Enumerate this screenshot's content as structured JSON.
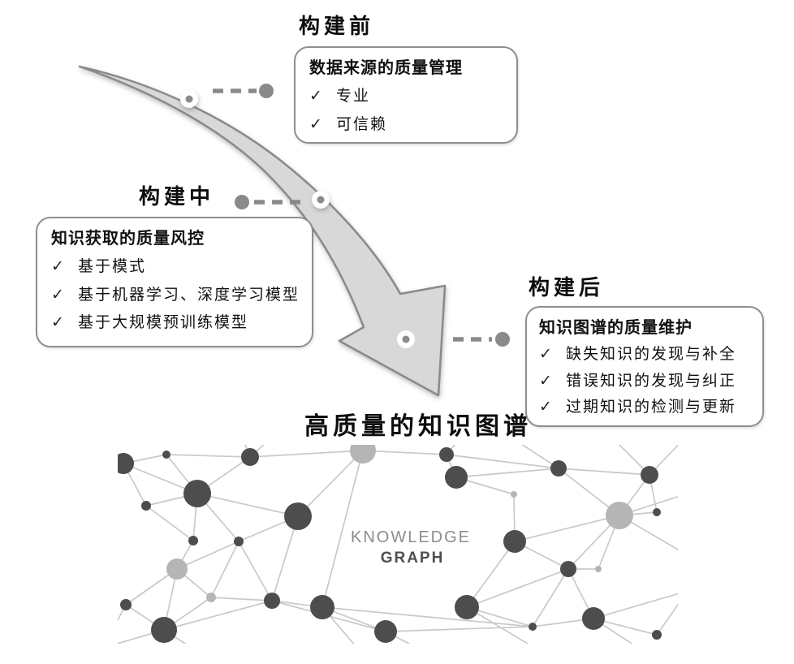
{
  "stages": [
    {
      "label": "构建前",
      "box_title": "数据来源的质量管理",
      "items": [
        "专业",
        "可信赖"
      ]
    },
    {
      "label": "构建中",
      "box_title": "知识获取的质量风控",
      "items": [
        "基于模式",
        "基于机器学习、深度学习模型",
        "基于大规模预训练模型"
      ]
    },
    {
      "label": "构建后",
      "box_title": "知识图谱的质量维护",
      "items": [
        "缺失知识的发现与补全",
        "错误知识的发现与纠正",
        "过期知识的检测与更新"
      ]
    }
  ],
  "check_glyph": "✓",
  "result_title": "高质量的知识图谱",
  "palette": {
    "arrow_fill": "#d8d8d8",
    "arrow_stroke": "#8a8a8a",
    "connector": "#8a8a8a",
    "box_border": "#8e8e8e",
    "text": "#111111"
  },
  "network_image": {
    "caption_line1": "KNOWLEDGE",
    "caption_line2": "GRAPH",
    "colors": {
      "node_dark": "#4d4d4d",
      "node_light": "#b5b5b5",
      "edge": "#c9c9c9",
      "caption1": "#8c8c8c",
      "caption2": "#4f4f4f"
    },
    "nodes": [
      [
        7,
        23,
        13,
        "d"
      ],
      [
        60,
        12,
        5,
        "d"
      ],
      [
        163,
        15,
        11,
        "d"
      ],
      [
        98,
        60,
        17,
        "d"
      ],
      [
        35,
        75,
        6,
        "d"
      ],
      [
        93,
        118,
        6,
        "d"
      ],
      [
        149,
        119,
        6,
        "d"
      ],
      [
        222,
        88,
        17,
        "d"
      ],
      [
        73,
        153,
        13,
        "l"
      ],
      [
        115,
        188,
        6,
        "l"
      ],
      [
        190,
        192,
        10,
        "d"
      ],
      [
        57,
        228,
        16,
        "d"
      ],
      [
        10,
        197,
        7,
        "d"
      ],
      [
        252,
        200,
        15,
        "d"
      ],
      [
        302,
        7,
        16,
        "l"
      ],
      [
        330,
        230,
        14,
        "d"
      ],
      [
        417,
        40,
        14,
        "d"
      ],
      [
        543,
        29,
        10,
        "d"
      ],
      [
        655,
        37,
        11,
        "d"
      ],
      [
        488,
        61,
        4,
        "l"
      ],
      [
        618,
        87,
        17,
        "l"
      ],
      [
        664,
        83,
        5,
        "d"
      ],
      [
        489,
        119,
        14,
        "d"
      ],
      [
        555,
        153,
        10,
        "d"
      ],
      [
        592,
        153,
        4,
        "l"
      ],
      [
        430,
        200,
        15,
        "d"
      ],
      [
        586,
        214,
        14,
        "d"
      ],
      [
        511,
        224,
        5,
        "d"
      ],
      [
        664,
        234,
        6,
        "d"
      ],
      [
        405,
        12,
        9,
        "d"
      ],
      [
        -18,
        -14,
        0,
        "d"
      ],
      [
        200,
        -18,
        0,
        "d"
      ],
      [
        262,
        -20,
        0,
        "d"
      ],
      [
        430,
        -18,
        0,
        "d"
      ],
      [
        468,
        -20,
        0,
        "d"
      ],
      [
        600,
        -18,
        0,
        "d"
      ],
      [
        700,
        -10,
        0,
        "d"
      ],
      [
        702,
        60,
        0,
        "d"
      ],
      [
        -20,
        120,
        0,
        "d"
      ],
      [
        -18,
        250,
        0,
        "d"
      ],
      [
        100,
        256,
        0,
        "d"
      ],
      [
        300,
        256,
        0,
        "d"
      ],
      [
        380,
        256,
        0,
        "d"
      ],
      [
        520,
        254,
        0,
        "d"
      ],
      [
        650,
        256,
        0,
        "d"
      ],
      [
        702,
        180,
        0,
        "d"
      ],
      [
        702,
        136,
        0,
        "d"
      ],
      [
        -20,
        45,
        0,
        "d"
      ],
      [
        150,
        -18,
        0,
        "d"
      ]
    ],
    "edges": [
      [
        0,
        1
      ],
      [
        0,
        3
      ],
      [
        0,
        4
      ],
      [
        1,
        2
      ],
      [
        1,
        3
      ],
      [
        2,
        3
      ],
      [
        2,
        14
      ],
      [
        3,
        4
      ],
      [
        3,
        5
      ],
      [
        3,
        6
      ],
      [
        3,
        7
      ],
      [
        4,
        5
      ],
      [
        5,
        8
      ],
      [
        6,
        7
      ],
      [
        6,
        8
      ],
      [
        6,
        9
      ],
      [
        6,
        10
      ],
      [
        7,
        14
      ],
      [
        7,
        10
      ],
      [
        8,
        9
      ],
      [
        8,
        11
      ],
      [
        8,
        12
      ],
      [
        9,
        10
      ],
      [
        9,
        11
      ],
      [
        10,
        11
      ],
      [
        10,
        13
      ],
      [
        10,
        15
      ],
      [
        11,
        12
      ],
      [
        13,
        14
      ],
      [
        13,
        15
      ],
      [
        13,
        27
      ],
      [
        14,
        29
      ],
      [
        15,
        27
      ],
      [
        16,
        17
      ],
      [
        16,
        19
      ],
      [
        16,
        29
      ],
      [
        17,
        18
      ],
      [
        17,
        20
      ],
      [
        17,
        29
      ],
      [
        18,
        20
      ],
      [
        18,
        21
      ],
      [
        19,
        22
      ],
      [
        20,
        21
      ],
      [
        20,
        22
      ],
      [
        20,
        23
      ],
      [
        20,
        24
      ],
      [
        22,
        23
      ],
      [
        22,
        25
      ],
      [
        23,
        24
      ],
      [
        23,
        26
      ],
      [
        23,
        27
      ],
      [
        25,
        27
      ],
      [
        27,
        26
      ],
      [
        26,
        28
      ],
      [
        23,
        25
      ],
      [
        0,
        30
      ],
      [
        0,
        47
      ],
      [
        2,
        31
      ],
      [
        2,
        48
      ],
      [
        14,
        32
      ],
      [
        29,
        33
      ],
      [
        17,
        34
      ],
      [
        18,
        35
      ],
      [
        18,
        36
      ],
      [
        20,
        37
      ],
      [
        11,
        39
      ],
      [
        11,
        40
      ],
      [
        12,
        39
      ],
      [
        13,
        41
      ],
      [
        15,
        42
      ],
      [
        25,
        43
      ],
      [
        26,
        44
      ],
      [
        26,
        45
      ],
      [
        20,
        46
      ],
      [
        28,
        45
      ]
    ]
  }
}
